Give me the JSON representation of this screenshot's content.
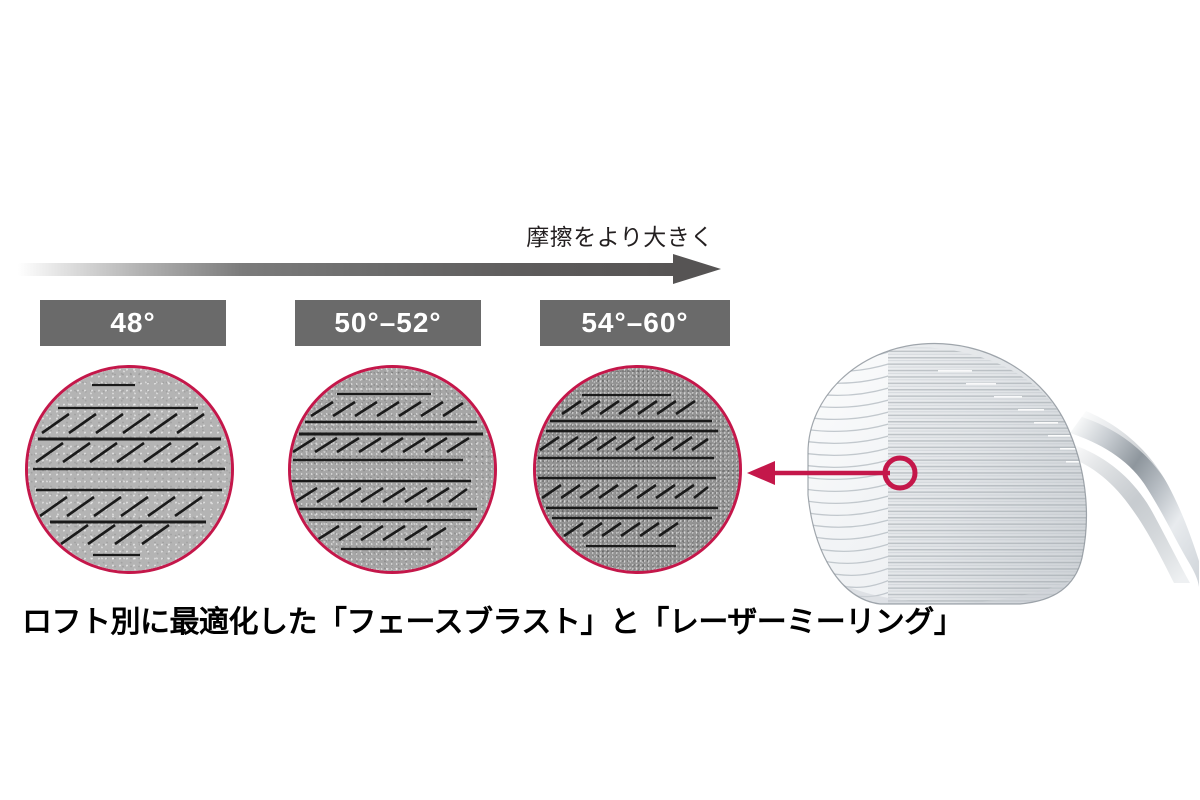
{
  "figure": {
    "background_color": "#ffffff",
    "accent_color": "#c4174a",
    "chip_color": "#6a6a6a",
    "arrow_color": "#565454"
  },
  "friction_arrow": {
    "label": "摩擦をより大きく",
    "direction": "right",
    "icon": "gradient-arrow-right-icon"
  },
  "loft_groups": [
    {
      "chip_label": "48°",
      "face_name": "face-sample-48",
      "surface": "coarse-blast-wide-milling",
      "blast_tone": "#b4b4b4",
      "milling_density": "low"
    },
    {
      "chip_label": "50°–52°",
      "face_name": "face-sample-50-52",
      "surface": "medium-blast-medium-milling",
      "blast_tone": "#a6a6a6",
      "milling_density": "medium"
    },
    {
      "chip_label": "54°–60°",
      "face_name": "face-sample-54-60",
      "surface": "fine-blast-dense-milling",
      "blast_tone": "#949494",
      "milling_density": "high"
    }
  ],
  "club": {
    "name": "golf-wedge-club-head",
    "view": "face-on",
    "finish": "satin-chrome",
    "callout": {
      "icon": "circle-callout-icon",
      "arrow_icon": "arrow-left-icon",
      "color": "#c4174a"
    }
  },
  "caption": {
    "text": "ロフト別に最適化した「フェースブラスト」と「レーザーミーリング」"
  }
}
